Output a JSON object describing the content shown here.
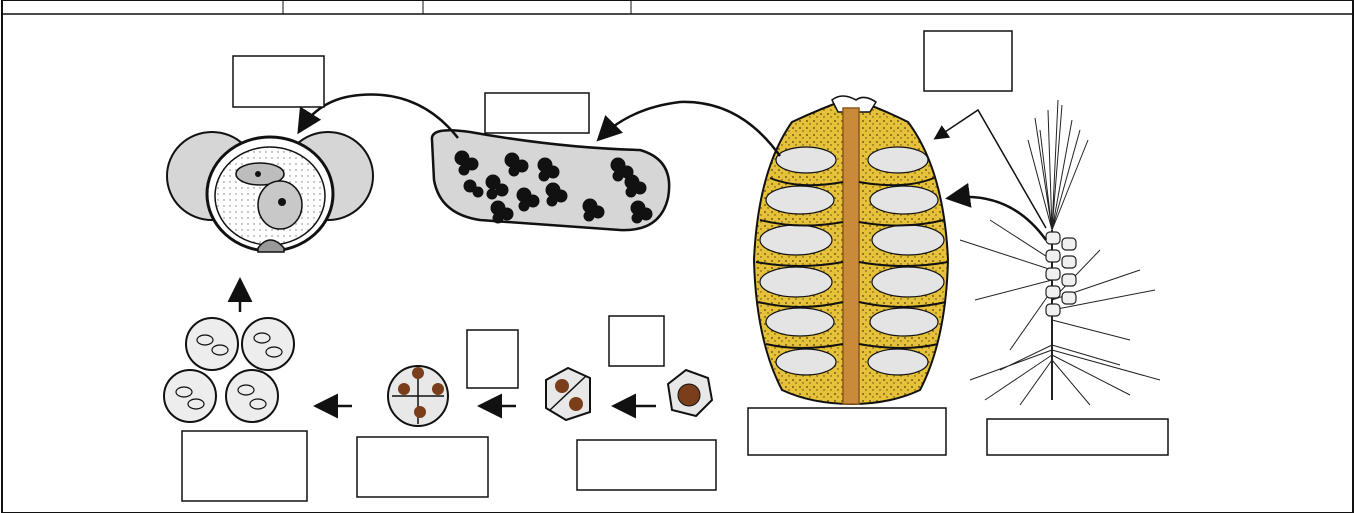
{
  "diagram": {
    "subject": "pine-life-cycle-microsporangium",
    "label_boxes": [
      {
        "id": "box-pollen-grain",
        "text": ""
      },
      {
        "id": "box-pollen-sac",
        "text": ""
      },
      {
        "id": "box-microsporophyll",
        "text": ""
      },
      {
        "id": "box-male-cone",
        "text": ""
      },
      {
        "id": "box-pine-shoot",
        "text": ""
      },
      {
        "id": "box-microspore-mother-cell",
        "text": ""
      },
      {
        "id": "box-meiosis-division",
        "text": ""
      },
      {
        "id": "box-dyad",
        "text": ""
      },
      {
        "id": "box-tetrad",
        "text": ""
      },
      {
        "id": "box-microspores",
        "text": ""
      }
    ]
  },
  "colors": {
    "line": "#111111",
    "cell_fill": "#d6d6d6",
    "cone_yellow": "#e6c23a",
    "cone_axis": "#c98a3a",
    "nucleus_brown": "#7a3e1a",
    "box_fill": "#ffffff"
  }
}
